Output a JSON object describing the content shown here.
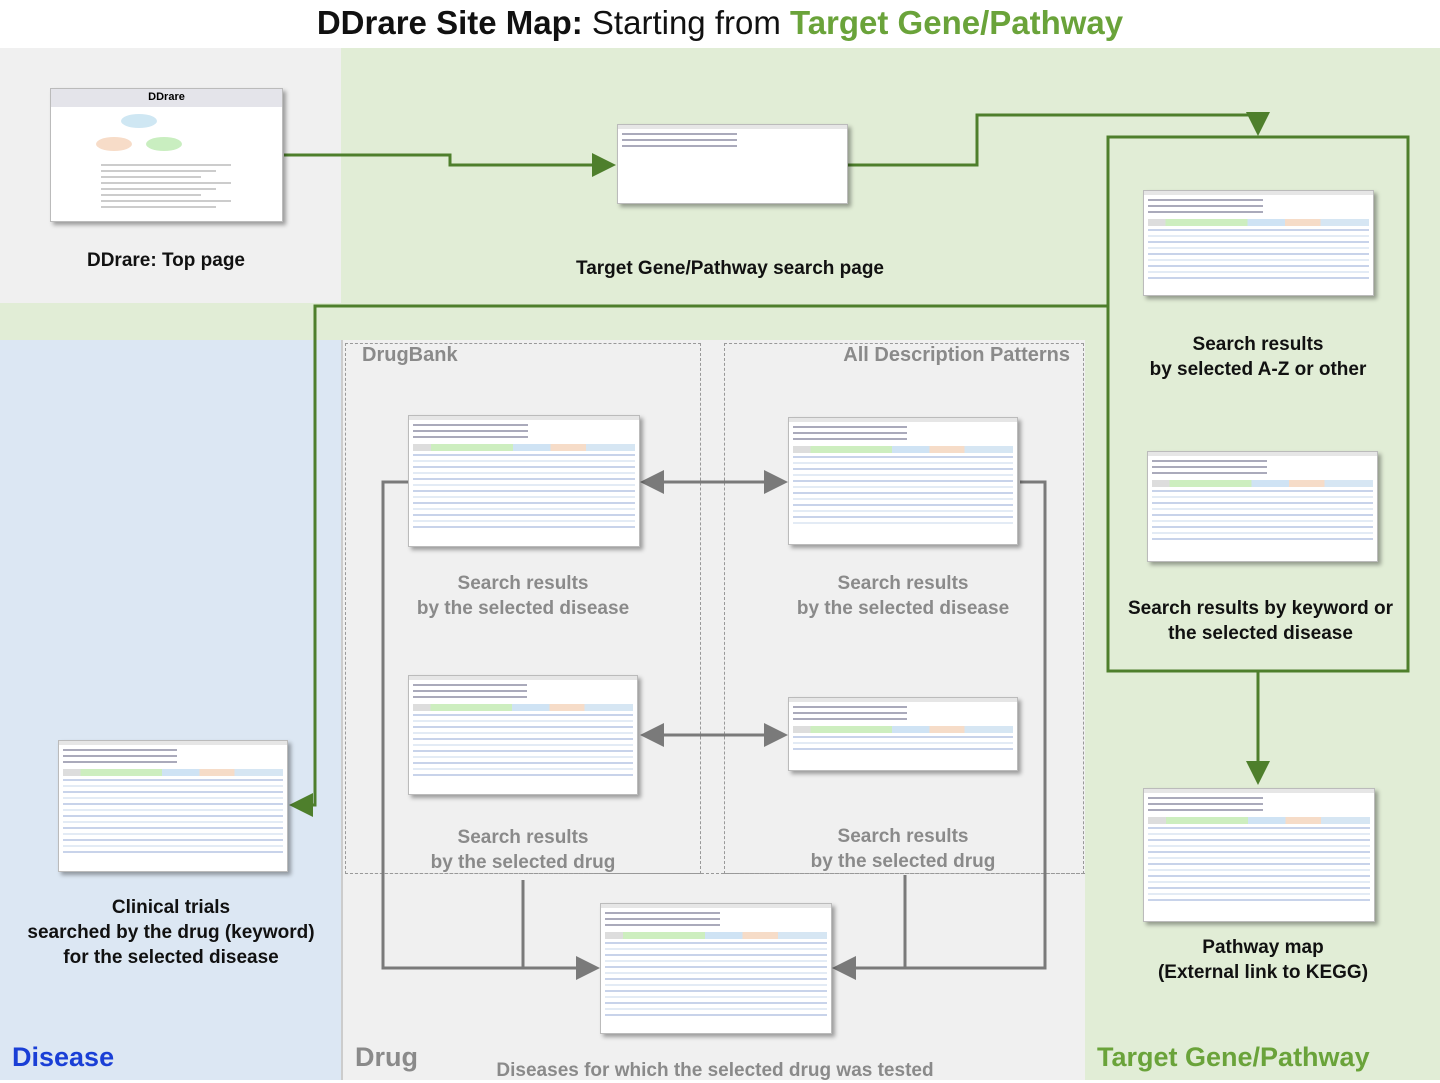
{
  "title": {
    "part1": "DDrare Site Map:",
    "part2": " Starting from ",
    "part3": "Target Gene/Pathway"
  },
  "colors": {
    "green_text": "#6aa33a",
    "blue_text": "#1a3fd6",
    "green_bg": "#e1edd6",
    "blue_bg": "#dce7f3",
    "gray_bg": "#f0f0f0",
    "green_line": "#4e7f2c",
    "gray_line": "#7a7a7a"
  },
  "thumbnails": {
    "top_page_logo": "DDrare"
  },
  "labels": {
    "top_page": "DDrare: Top page",
    "tgp_search": "Target Gene/Pathway search page",
    "az_results": [
      "Search results",
      "by selected A-Z or other"
    ],
    "keyword_results": [
      "Search results by keyword or",
      "the selected disease"
    ],
    "db_disease": [
      "Search results",
      "by the selected disease"
    ],
    "ad_disease": [
      "Search results",
      "by the selected disease"
    ],
    "db_drug": [
      "Search results",
      "by the selected drug"
    ],
    "ad_drug": [
      "Search results",
      "by the selected drug"
    ],
    "clinical": [
      "Clinical trials",
      "searched by the drug (keyword)",
      "for the selected disease"
    ],
    "pathway": [
      "Pathway map",
      "(External link to KEGG)"
    ],
    "diseases_tested": "Diseases for which the selected drug was tested"
  },
  "sections": {
    "drugbank": "DrugBank",
    "all_desc": "All Description Patterns",
    "disease": "Disease",
    "drug": "Drug",
    "target": "Target Gene/Pathway"
  }
}
